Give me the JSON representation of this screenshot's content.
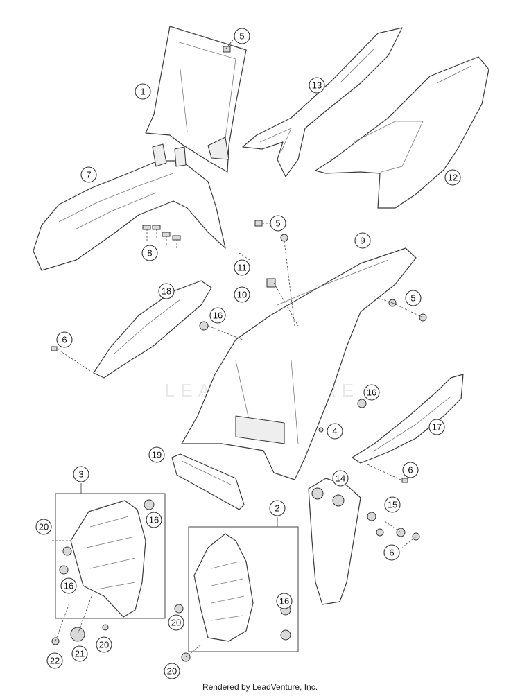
{
  "watermark": "LEADVENTURE",
  "footer": "Rendered by LeadVenture, Inc.",
  "callouts": [
    {
      "id": "c1",
      "label": "1"
    },
    {
      "id": "c2",
      "label": "2"
    },
    {
      "id": "c3",
      "label": "3"
    },
    {
      "id": "c4",
      "label": "4"
    },
    {
      "id": "c5a",
      "label": "5"
    },
    {
      "id": "c5b",
      "label": "5"
    },
    {
      "id": "c5c",
      "label": "5"
    },
    {
      "id": "c6a",
      "label": "6"
    },
    {
      "id": "c6b",
      "label": "6"
    },
    {
      "id": "c6c",
      "label": "6"
    },
    {
      "id": "c7",
      "label": "7"
    },
    {
      "id": "c8",
      "label": "8"
    },
    {
      "id": "c9",
      "label": "9"
    },
    {
      "id": "c10",
      "label": "10"
    },
    {
      "id": "c11",
      "label": "11"
    },
    {
      "id": "c12",
      "label": "12"
    },
    {
      "id": "c13",
      "label": "13"
    },
    {
      "id": "c14",
      "label": "14"
    },
    {
      "id": "c15",
      "label": "15"
    },
    {
      "id": "c16a",
      "label": "16"
    },
    {
      "id": "c16b",
      "label": "16"
    },
    {
      "id": "c16c",
      "label": "16"
    },
    {
      "id": "c16d",
      "label": "16"
    },
    {
      "id": "c16e",
      "label": "16"
    },
    {
      "id": "c17",
      "label": "17"
    },
    {
      "id": "c18",
      "label": "18"
    },
    {
      "id": "c19",
      "label": "19"
    },
    {
      "id": "c20a",
      "label": "20"
    },
    {
      "id": "c20b",
      "label": "20"
    },
    {
      "id": "c20c",
      "label": "20"
    },
    {
      "id": "c20d",
      "label": "20"
    },
    {
      "id": "c21",
      "label": "21"
    },
    {
      "id": "c22",
      "label": "22"
    }
  ]
}
